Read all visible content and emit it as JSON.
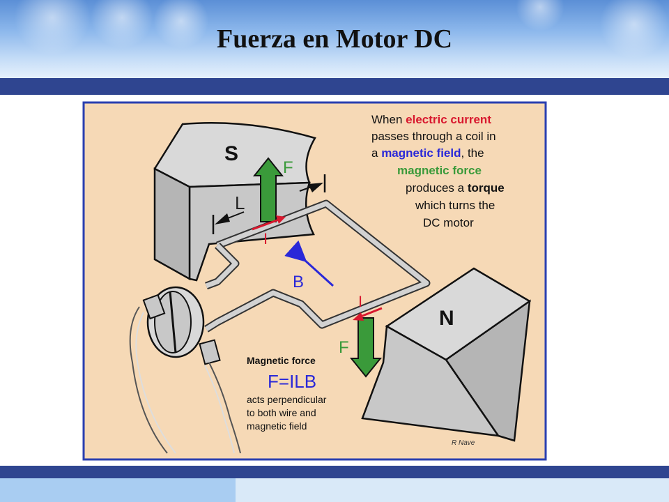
{
  "slide": {
    "title": "Fuerza en Motor DC"
  },
  "colors": {
    "stripe": "#2f4590",
    "panel_bg": "#f6d9b6",
    "panel_border": "#2a3fb0",
    "magnet": "#c8c8c8",
    "force_arrow": "#3a9a3a",
    "current": "#d8182e",
    "field": "#2a28d8"
  },
  "diagram": {
    "pole_south": "S",
    "pole_north": "N",
    "length_label": "L",
    "force_label_top": "F",
    "force_label_bottom": "F",
    "current_label_top": "I",
    "current_label_bottom": "I",
    "field_label": "B",
    "description": {
      "line1_prefix": "When ",
      "line1_highlight": "electric current",
      "line2": "passes through a  coil in",
      "line3_prefix": "a ",
      "line3_highlight": "magnetic field",
      "line3_suffix": ", the",
      "line4_highlight": "magnetic force",
      "line5_prefix": "produces a ",
      "line5_highlight": "torque",
      "line6": "which turns the",
      "line7": "DC motor"
    },
    "formula_block": {
      "heading": "Magnetic force",
      "formula": "F=ILB",
      "line1": "acts perpendicular",
      "line2": "to both wire and",
      "line3": "magnetic field"
    },
    "credit": "R Nave"
  }
}
